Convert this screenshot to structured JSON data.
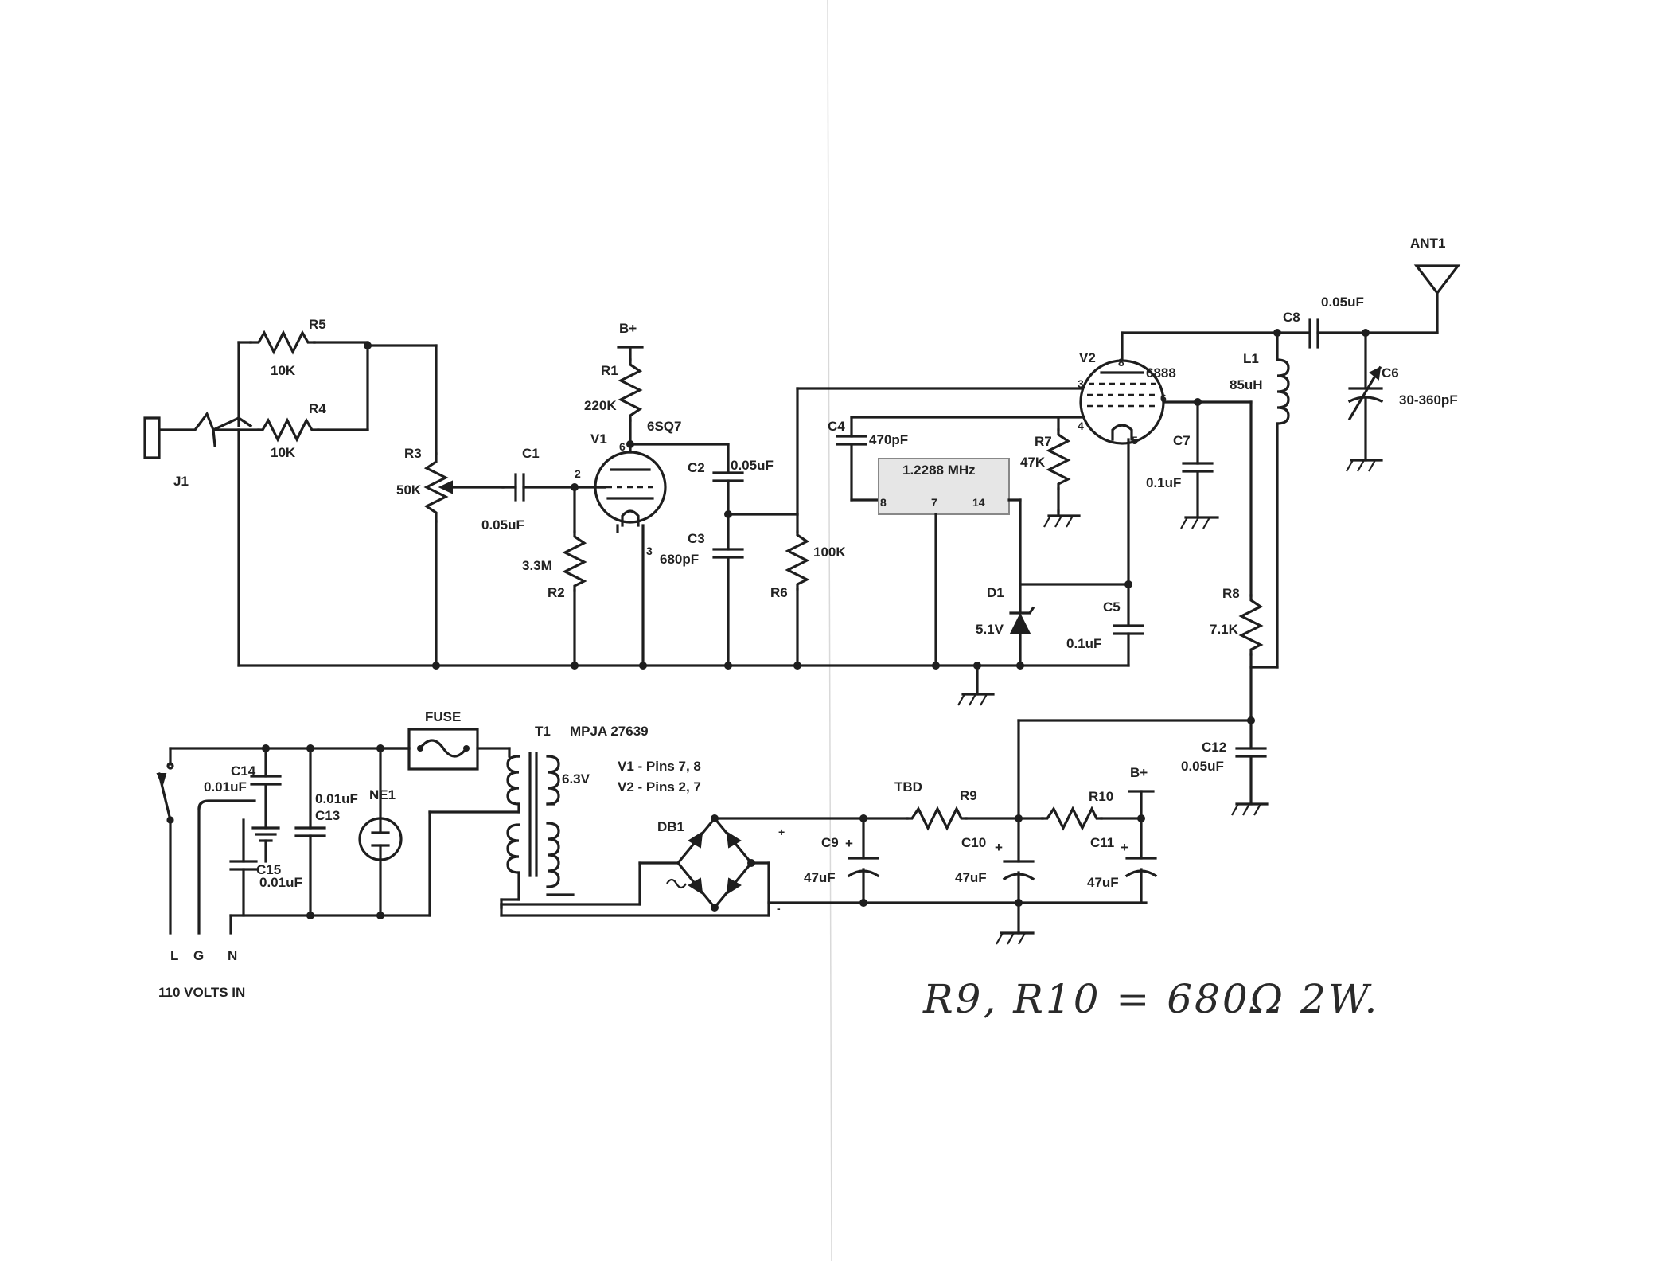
{
  "labels": {
    "J1": "J1",
    "R5": "R5",
    "R5_val": "10K",
    "R4": "R4",
    "R4_val": "10K",
    "R3": "R3",
    "R3_val": "50K",
    "C1": "C1",
    "C1_val": "0.05uF",
    "R2": "R2",
    "R2_val": "3.3M",
    "Bplus1": "B+",
    "R1": "R1",
    "R1_val": "220K",
    "V1": "V1",
    "V1_type": "6SQ7",
    "V1_pin6": "6",
    "V1_pin2": "2",
    "V1_pin3": "3",
    "C2": "C2",
    "C2_val": "0.05uF",
    "C3": "C3",
    "C3_val": "680pF",
    "R6": "R6",
    "R6_val": "100K",
    "C4": "C4",
    "C4_val": "470pF",
    "osc": "1.2288 MHz",
    "osc_pin8": "8",
    "osc_pin7": "7",
    "osc_pin14": "14",
    "R7": "R7",
    "R7_val": "47K",
    "D1": "D1",
    "D1_val": "5.1V",
    "C5": "C5",
    "C5_val": "0.1uF",
    "V2": "V2",
    "V2_type": "6888",
    "V2_pin8": "8",
    "V2_pin3": "3",
    "V2_pin6": "6",
    "V2_pin4": "4",
    "V2_pin5": "5",
    "C7": "C7",
    "C7_val": "0.1uF",
    "L1": "L1",
    "L1_val": "85uH",
    "C8": "C8",
    "C8_val": "0.05uF",
    "ANT1": "ANT1",
    "C6": "C6",
    "C6_val": "30-360pF",
    "R8": "R8",
    "R8_val": "7.1K",
    "C12": "C12",
    "C12_val": "0.05uF",
    "FUSE": "FUSE",
    "T1": "T1",
    "T1_part": "MPJA 27639",
    "T1_sec": "6.3V",
    "heater1": "V1 - Pins 7, 8",
    "heater2": "V2 - Pins 2, 7",
    "C14": "C14",
    "C14_val": "0.01uF",
    "C13": "C13",
    "C13_val": "0.01uF",
    "C15": "C15",
    "C15_val": "0.01uF",
    "NE1": "NE1",
    "DB1": "DB1",
    "TBD": "TBD",
    "R9": "R9",
    "R10": "R10",
    "Bplus2": "B+",
    "C9": "C9",
    "C9_val": "47uF",
    "C10": "C10",
    "C10_val": "47uF",
    "C11": "C11",
    "C11_val": "47uF",
    "plus_mark": "+",
    "minus_mark": "-",
    "L": "L",
    "G": "G",
    "N": "N",
    "mains": "110 VOLTS IN"
  },
  "handwritten_note": "R9, R10 = 680Ω  2W."
}
